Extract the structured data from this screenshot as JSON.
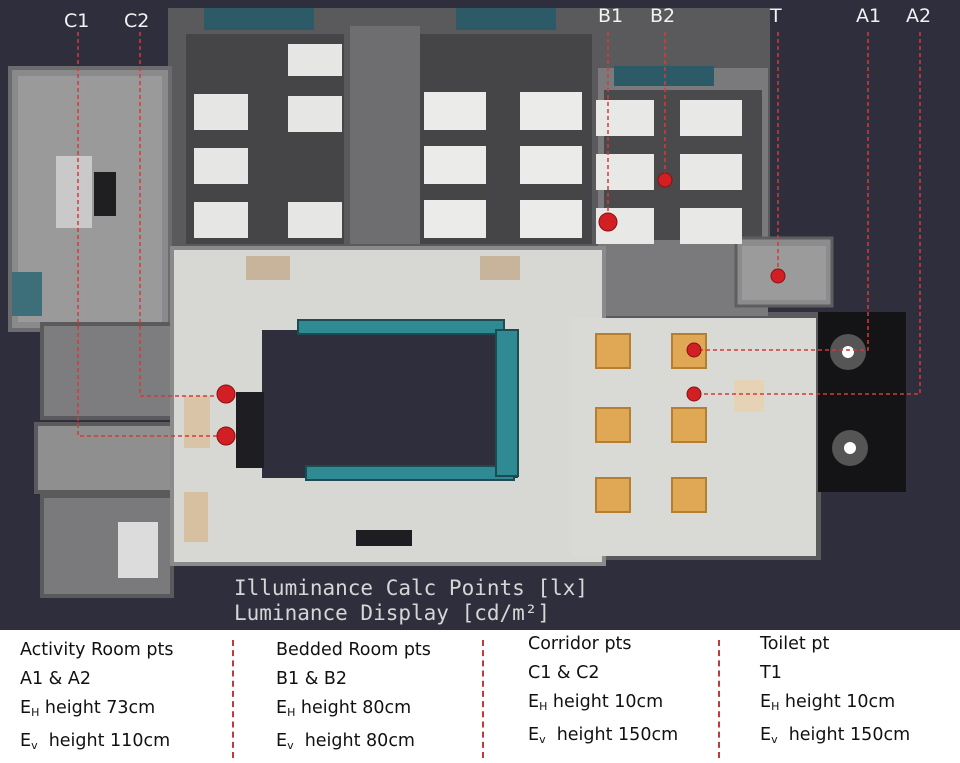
{
  "point_labels": {
    "c1": "C1",
    "c2": "C2",
    "b1": "B1",
    "b2": "B2",
    "t": "T",
    "a1": "A1",
    "a2": "A2"
  },
  "caption": {
    "line1": "Illuminance Calc Points [lx]",
    "line2": "Luminance Display [cd/m²]"
  },
  "legend": [
    {
      "title": "Activity Room pts",
      "points": "A1 & A2",
      "eh_prefix": "E",
      "eh_sub": "H",
      "eh_text": " height 73cm",
      "ev_prefix": "E",
      "ev_sub": "v",
      "ev_text": "  height 110cm"
    },
    {
      "title": "Bedded Room pts",
      "points": "B1 & B2",
      "eh_prefix": "E",
      "eh_sub": "H",
      "eh_text": " height 80cm",
      "ev_prefix": "E",
      "ev_sub": "v",
      "ev_text": "  height 80cm"
    },
    {
      "title": "Corridor pts",
      "points": "C1 & C2",
      "eh_prefix": "E",
      "eh_sub": "H",
      "eh_text": " height 10cm",
      "ev_prefix": "E",
      "ev_sub": "v",
      "ev_text": "  height 150cm"
    },
    {
      "title": "Toilet pt",
      "points": "T1",
      "eh_prefix": "E",
      "eh_sub": "H",
      "eh_text": " height 10cm",
      "ev_prefix": "E",
      "ev_sub": "v",
      "ev_text": "  height 150cm"
    }
  ],
  "colors": {
    "background": "#2f2e3c",
    "marker": "#d21f24",
    "guide": "#d43b3b",
    "floor_dark": "#4a4a4c",
    "floor_light": "#d9d9d5",
    "window": "#2f8a93",
    "table": "#e0a855"
  }
}
